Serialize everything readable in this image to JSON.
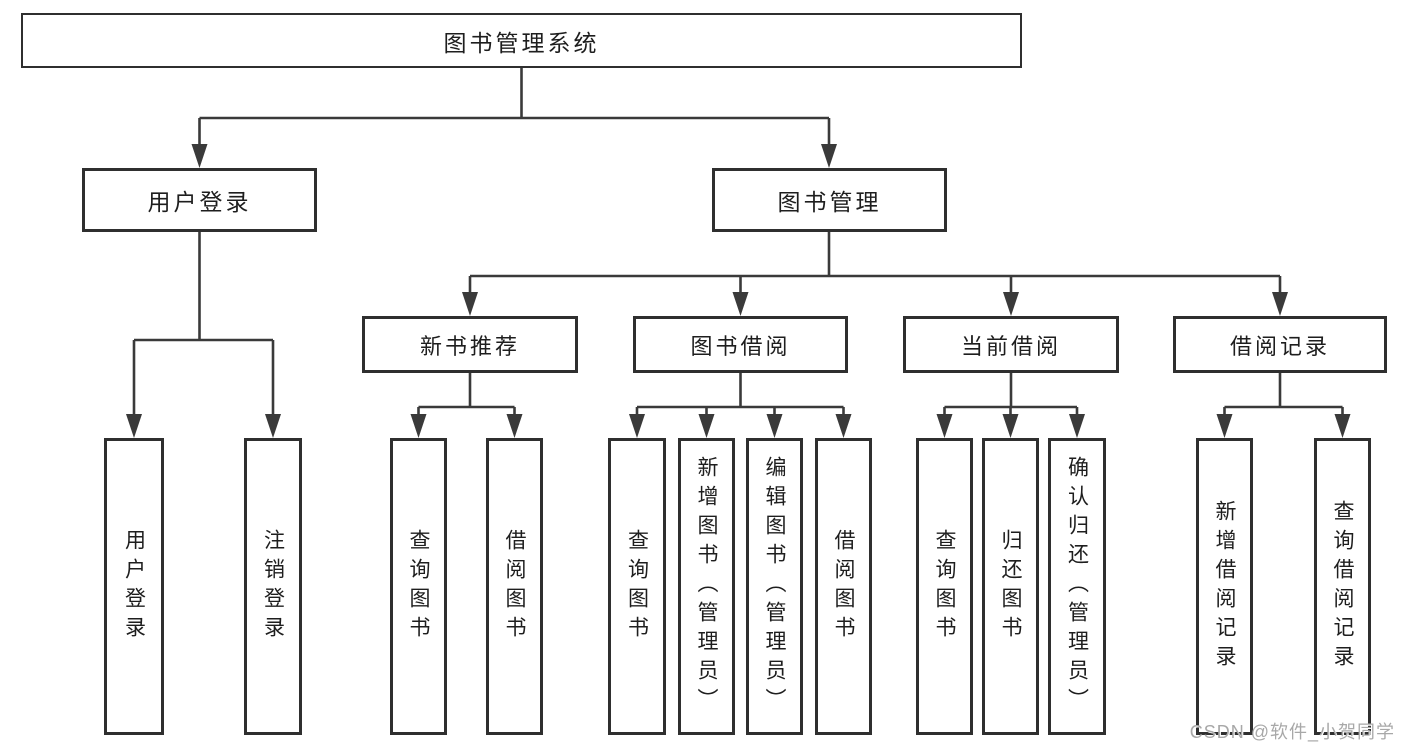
{
  "diagram": {
    "title": "图书管理系统",
    "level1": {
      "user_login": "用户登录",
      "book_mgmt": "图书管理"
    },
    "level2": {
      "new_book_rec": "新书推荐",
      "book_borrow": "图书借阅",
      "current_borrow": "当前借阅",
      "borrow_record": "借阅记录"
    },
    "leaves": {
      "user_login": "用户登录",
      "logout": "注销登录",
      "nbr_query_book": "查询图书",
      "nbr_borrow_book": "借阅图书",
      "bb_query_book": "查询图书",
      "bb_add_book": "新增图书（管理员）",
      "bb_edit_book": "编辑图书（管理员）",
      "bb_borrow_book": "借阅图书",
      "cb_query_book": "查询图书",
      "cb_return_book": "归还图书",
      "cb_confirm_return": "确认归还（管理员）",
      "br_add_record": "新增借阅记录",
      "br_query_record": "查询借阅记录"
    }
  },
  "watermark": "CSDN @软件_小贺同学",
  "colors": {
    "line": "#3a3a3a",
    "box_border": "#2f2f2f",
    "text": "#1e1e1e",
    "watermark": "#a8a8a8",
    "background": "#ffffff"
  }
}
